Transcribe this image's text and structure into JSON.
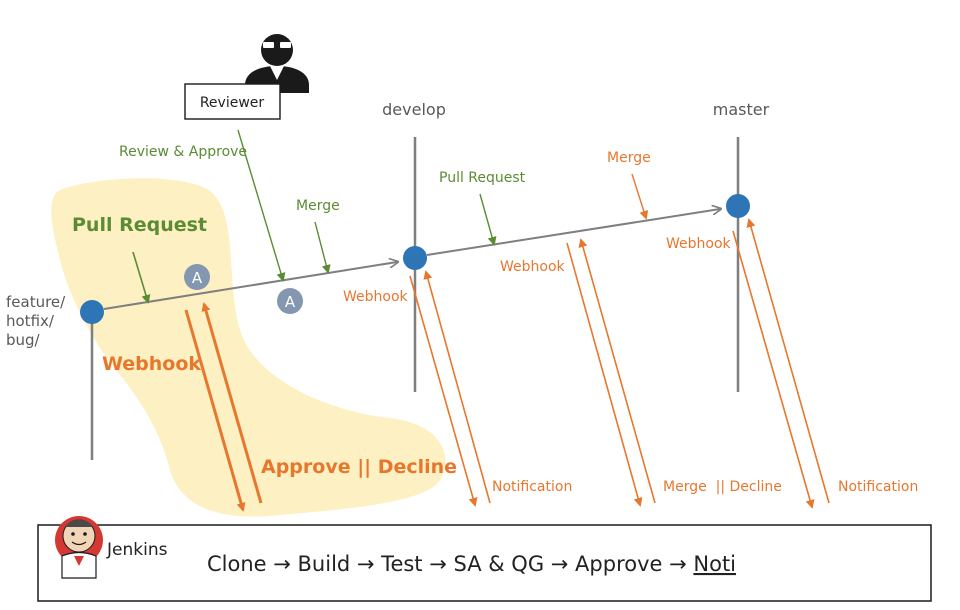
{
  "reviewer": {
    "label": "Reviewer"
  },
  "branches": {
    "feature": [
      "feature/",
      "hotfix/",
      "bug/"
    ],
    "develop": "develop",
    "master": "master"
  },
  "approval_badge": "A",
  "green_labels": {
    "review_approve": "Review & Approve",
    "pull_request_big": "Pull Request",
    "merge_1": "Merge",
    "pull_request_2": "Pull Request"
  },
  "orange_labels": {
    "merge_2": "Merge",
    "webhook_big": "Webhook",
    "webhook_develop": "Webhook",
    "webhook_mid": "Webhook",
    "webhook_master": "Webhook",
    "approve_decline": "Approve || Decline",
    "notification_1": "Notification",
    "merge_decline": "Merge  || Decline",
    "notification_2": "Notification"
  },
  "jenkins": {
    "name": "Jenkins",
    "pipeline": "Clone → Build → Test → SA & QG → Approve → ",
    "pipeline_last": "Noti"
  },
  "colors": {
    "green": "#5b8c33",
    "orange": "#e8772e",
    "commit_blue": "#2e75b6",
    "badge_grey": "#8497b0",
    "highlight": "#fdf0c2",
    "line_grey": "#7f7f7f"
  }
}
